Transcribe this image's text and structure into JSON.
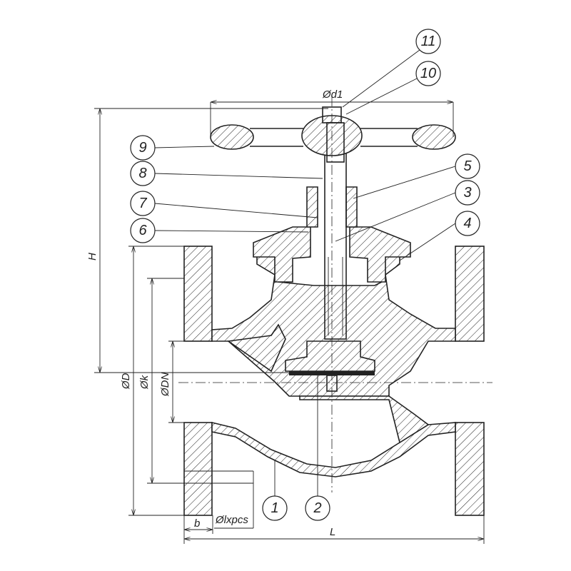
{
  "balloons": [
    "1",
    "2",
    "3",
    "4",
    "5",
    "6",
    "7",
    "8",
    "9",
    "10",
    "11"
  ],
  "dimensions": {
    "handwheel_diameter": "Ød1",
    "height": "H",
    "flange_diameter": "ØD",
    "bolt_circle": "Øk",
    "nominal_diameter": "ØDN",
    "flange_thickness": "b",
    "bolt_holes": "Ølxpcs",
    "length": "L"
  }
}
